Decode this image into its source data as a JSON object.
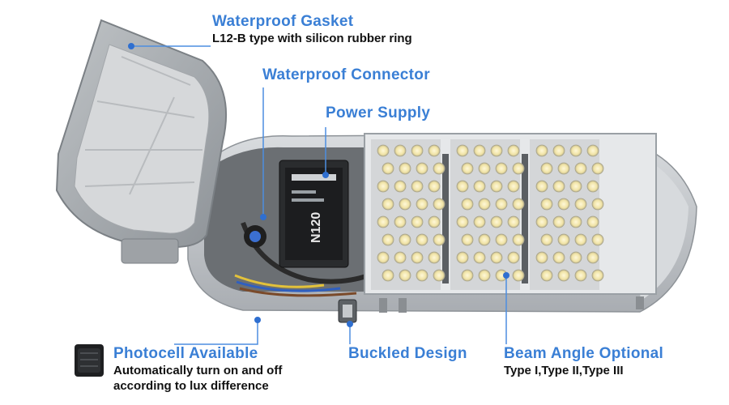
{
  "callouts": {
    "gasket": {
      "title": "Waterproof Gasket",
      "desc": "L12-B type with silicon rubber ring"
    },
    "connector": {
      "title": "Waterproof Connector"
    },
    "power": {
      "title": "Power Supply"
    },
    "photocell": {
      "title": "Photocell Available",
      "desc_line1": "Automatically turn on and off",
      "desc_line2": "according to lux difference"
    },
    "buckled": {
      "title": "Buckled Design"
    },
    "beam": {
      "title": "Beam Angle Optional",
      "desc": "Type I,Type II,Type III"
    }
  },
  "driver_label": "N120",
  "colors": {
    "accent": "#3a7fd5",
    "housing": "#c9ccd0",
    "led": "#f3e8b8",
    "text": "#111111"
  }
}
